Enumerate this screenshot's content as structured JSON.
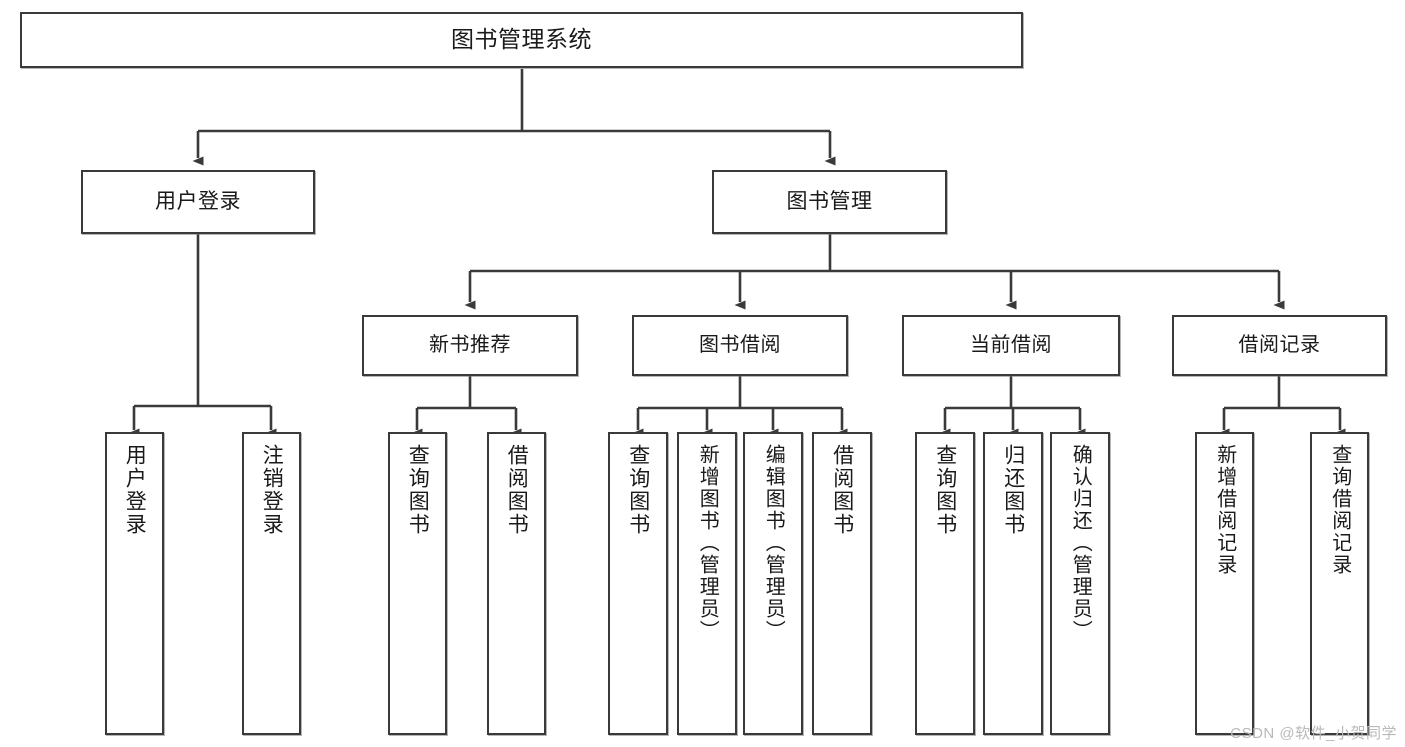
{
  "diagram": {
    "type": "tree",
    "title": "图书管理系统",
    "root": {
      "id": "root",
      "label": "图书管理系统"
    },
    "level2": [
      {
        "id": "user-login",
        "label": "用户登录"
      },
      {
        "id": "book-manage",
        "label": "图书管理"
      }
    ],
    "level3": [
      {
        "id": "new-book-recommend",
        "label": "新书推荐"
      },
      {
        "id": "book-borrow",
        "label": "图书借阅"
      },
      {
        "id": "current-borrow",
        "label": "当前借阅"
      },
      {
        "id": "borrow-record",
        "label": "借阅记录"
      }
    ],
    "leaves": [
      {
        "id": "leaf-user-login",
        "label": "用户登录",
        "parent": "user-login"
      },
      {
        "id": "leaf-logout-login",
        "label": "注销登录",
        "parent": "user-login"
      },
      {
        "id": "leaf-query-book-1",
        "label": "查询图书",
        "parent": "new-book-recommend"
      },
      {
        "id": "leaf-borrow-book-1",
        "label": "借阅图书",
        "parent": "new-book-recommend"
      },
      {
        "id": "leaf-query-book-2",
        "label": "查询图书",
        "parent": "book-borrow"
      },
      {
        "id": "leaf-add-book",
        "label": "新增图书（管理员）",
        "parent": "book-borrow"
      },
      {
        "id": "leaf-edit-book",
        "label": "编辑图书（管理员）",
        "parent": "book-borrow"
      },
      {
        "id": "leaf-borrow-book-2",
        "label": "借阅图书",
        "parent": "book-borrow"
      },
      {
        "id": "leaf-query-book-3",
        "label": "查询图书",
        "parent": "current-borrow"
      },
      {
        "id": "leaf-return-book",
        "label": "归还图书",
        "parent": "current-borrow"
      },
      {
        "id": "leaf-confirm-return",
        "label": "确认归还（管理员）",
        "parent": "current-borrow"
      },
      {
        "id": "leaf-add-record",
        "label": "新增借阅记录",
        "parent": "borrow-record"
      },
      {
        "id": "leaf-query-record",
        "label": "查询借阅记录",
        "parent": "borrow-record"
      }
    ],
    "colors": {
      "border": "#3a3a3a",
      "background": "#ffffff",
      "text": "#1a1a1a",
      "watermark": "#b9b9b9"
    }
  },
  "watermark": {
    "text": "CSDN @软件_小贺同学"
  }
}
